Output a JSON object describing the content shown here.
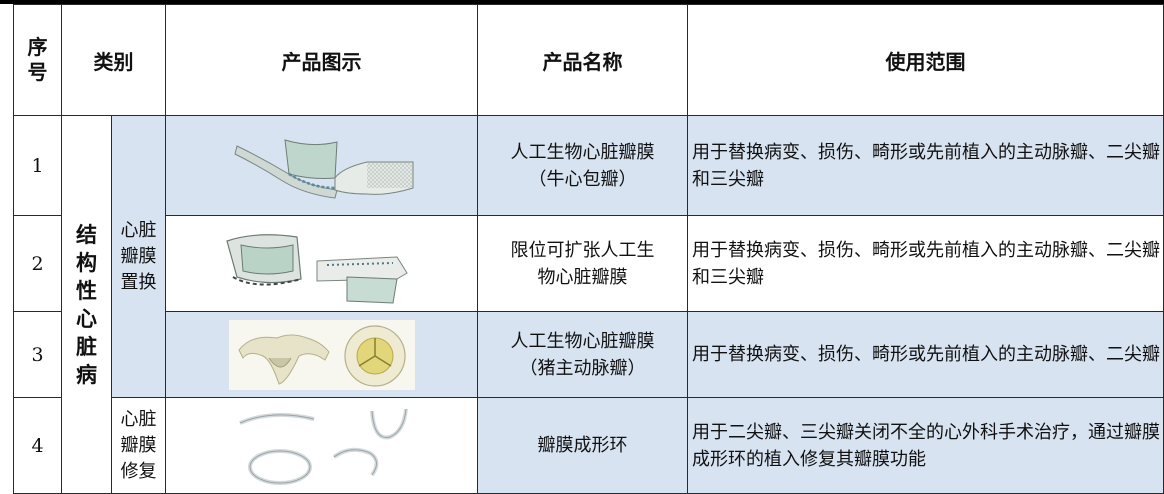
{
  "header": {
    "seq_line1": "序",
    "seq_line2": "号",
    "category": "类别",
    "image": "产品图示",
    "name": "产品名称",
    "scope": "使用范围"
  },
  "category_primary": {
    "chars": [
      "结",
      "构",
      "性",
      "心",
      "脏",
      "病"
    ]
  },
  "category_secondary": [
    {
      "lines": [
        "心脏",
        "瓣膜",
        "置换"
      ]
    },
    {
      "lines": [
        "心脏",
        "瓣膜",
        "修复"
      ]
    }
  ],
  "rows": [
    {
      "num": "1",
      "name_lines": [
        "人工生物心脏瓣膜",
        "（牛心包瓣）"
      ],
      "scope": "用于替换病变、损伤、畸形或先前植入的主动脉瓣、二尖瓣和三尖瓣",
      "image_icon": "bovine-pericardial-valve-icon"
    },
    {
      "num": "2",
      "name_lines": [
        "限位可扩张人工生",
        "物心脏瓣膜"
      ],
      "scope": "用于替换病变、损伤、畸形或先前植入的主动脉瓣、二尖瓣和三尖瓣",
      "image_icon": "expandable-valve-icon"
    },
    {
      "num": "3",
      "name_lines": [
        "人工生物心脏瓣膜",
        "（猪主动脉瓣）"
      ],
      "scope": "用于替换病变、损伤、畸形或先前植入的主动脉瓣、二尖瓣",
      "image_icon": "porcine-aortic-valve-icon"
    },
    {
      "num": "4",
      "name_lines": [
        "瓣膜成形环"
      ],
      "scope": "用于二尖瓣、三尖瓣关闭不全的心外科手术治疗，通过瓣膜成形环的植入修复其瓣膜功能",
      "image_icon": "annuloplasty-ring-icon"
    }
  ],
  "colors": {
    "row_shade": "#d8e3f1",
    "border": "#2a2a2a",
    "header_bg": "#ffffff"
  }
}
